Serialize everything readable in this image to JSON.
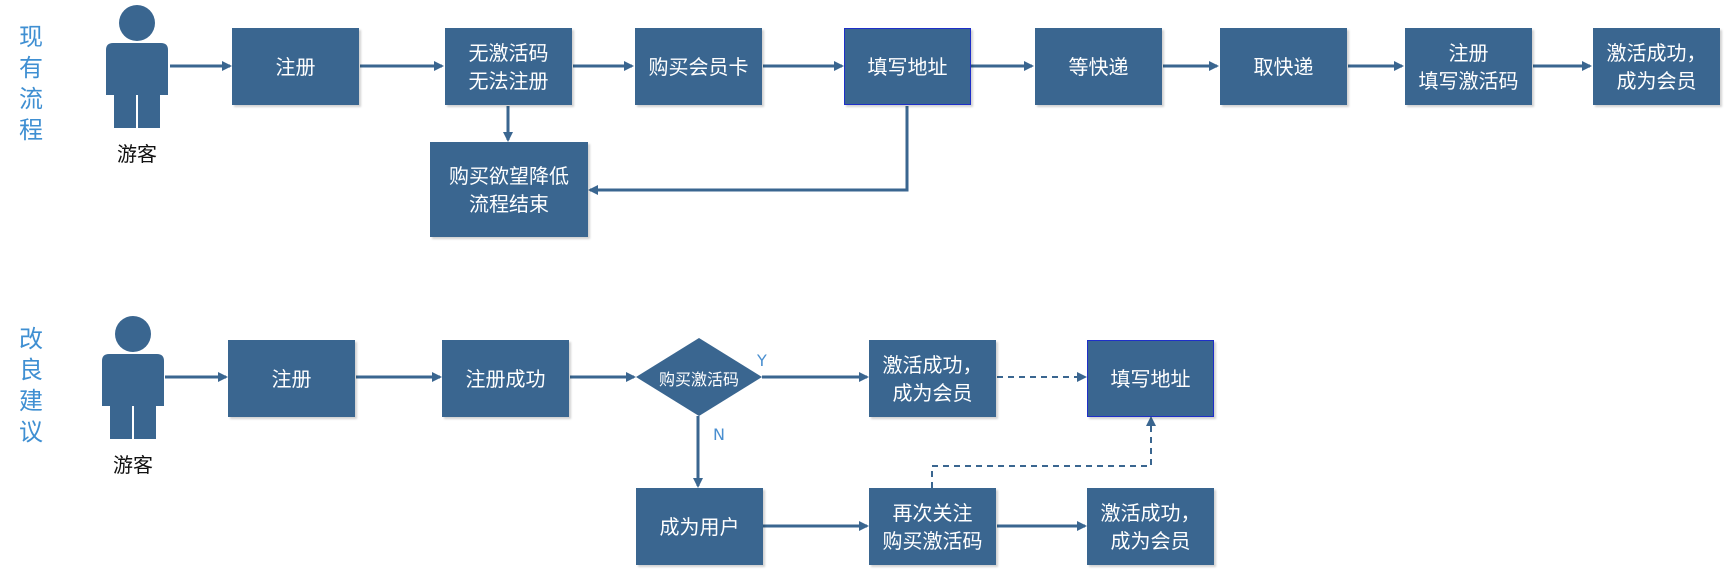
{
  "sections": {
    "current": "现\n有\n流\n程",
    "improved": "改\n良\n建\n议"
  },
  "actors": {
    "guest1": "游客",
    "guest2": "游客"
  },
  "current_flow": {
    "register": "注册",
    "no_code": "无激活码\n无法注册",
    "buy_card": "购买会员卡",
    "fill_address": "填写地址",
    "wait_delivery": "等快递",
    "pick_delivery": "取快递",
    "register_code": "注册\n填写激活码",
    "activated": "激活成功，\n成为会员",
    "abandon": "购买欲望降低\n流程结束"
  },
  "improved_flow": {
    "register": "注册",
    "register_ok": "注册成功",
    "buy_code_q": "购买激活码",
    "yes": "Y",
    "no": "N",
    "activated_a": "激活成功，\n成为会员",
    "fill_address": "填写地址",
    "become_user": "成为用户",
    "follow_again": "再次关注\n购买激活码",
    "activated_b": "激活成功，\n成为会员"
  },
  "colors": {
    "box": "#3a6690",
    "arrow": "#3a6690",
    "side_text": "#3f8fd2",
    "highlight_border": "#1e2fc8"
  }
}
